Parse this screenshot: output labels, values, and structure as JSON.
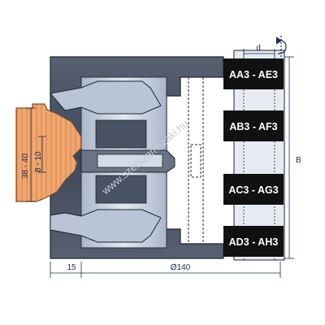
{
  "diagram": {
    "variant_labels": [
      "AA3 - AE3",
      "AB3 - AF3",
      "AC3 - AG3",
      "AD3 - AH3"
    ],
    "dimensions": {
      "d": "d",
      "profile_height": "38 - 40",
      "profile_depth": "8 - 10",
      "width_15": "15",
      "diameter": "Ø140",
      "b": "B"
    },
    "watermark": "www.szerszamszaki.hu",
    "colors": {
      "body_dark": "#4b5563",
      "steel_light": "#c9d3e2",
      "label_bg": "#111111",
      "wood": "#f0a76e",
      "dim_blue": "#1a2c5a"
    },
    "icons": [
      "rotation-arrow-icon"
    ]
  }
}
